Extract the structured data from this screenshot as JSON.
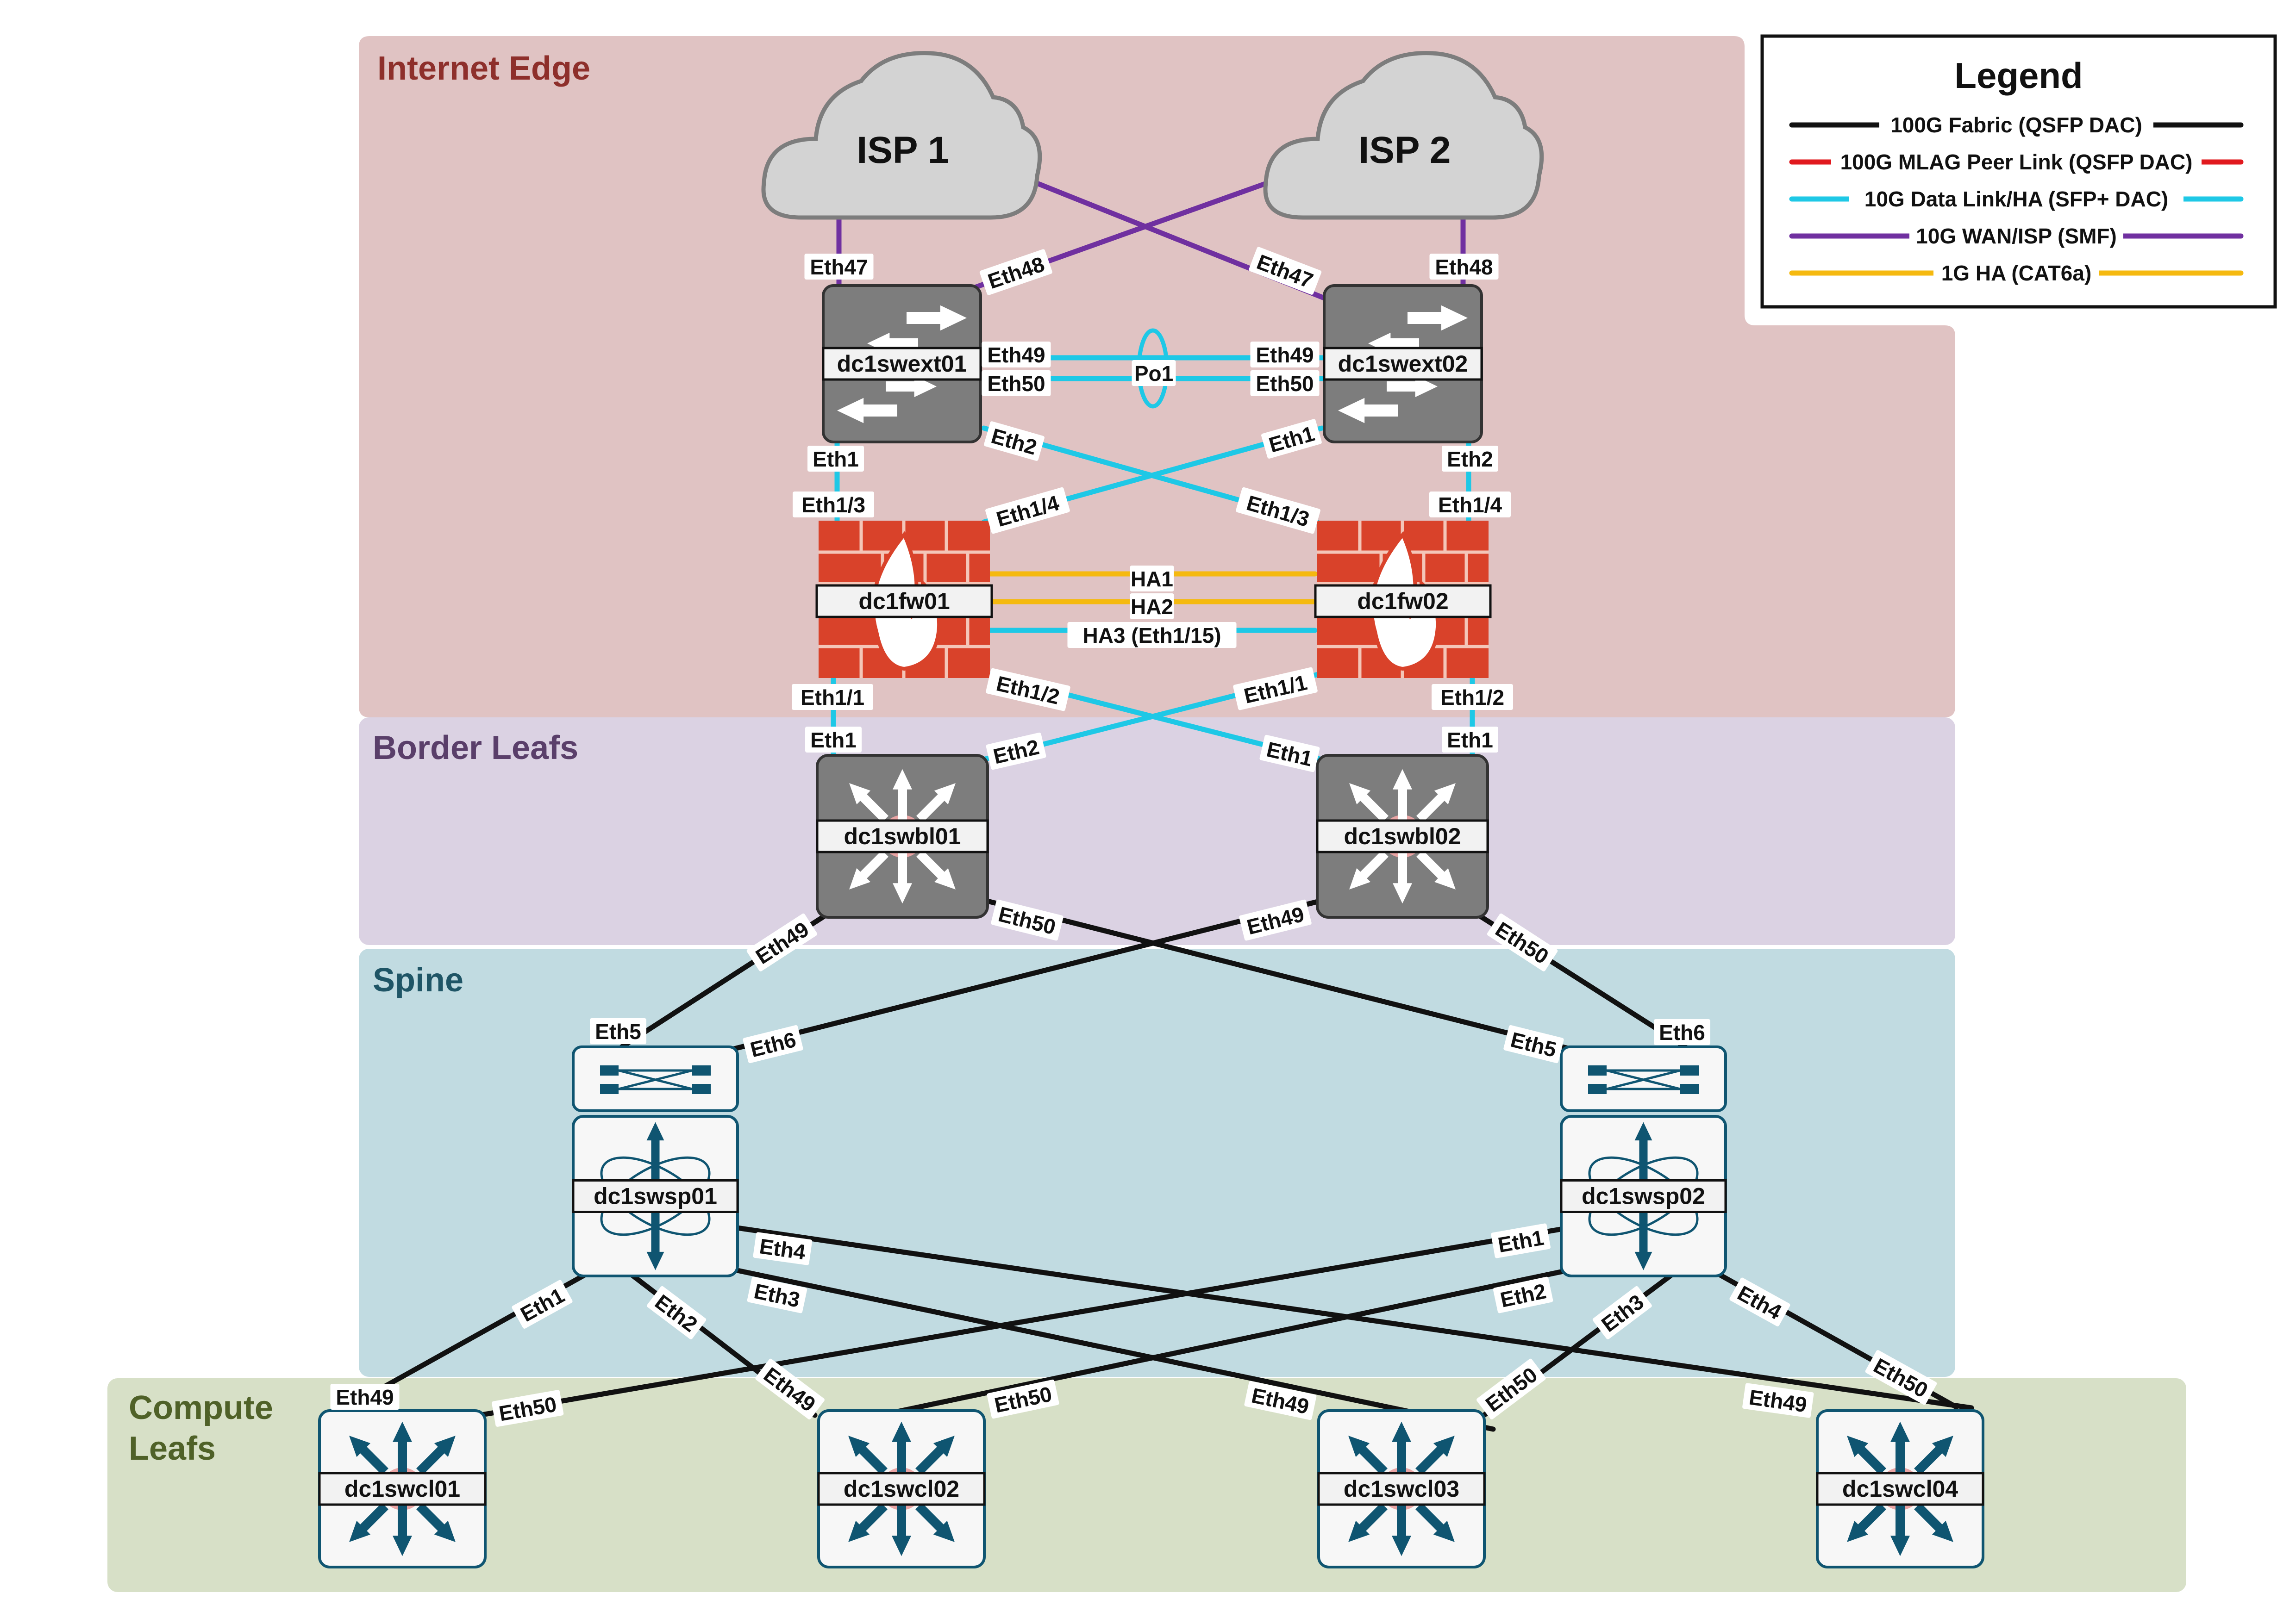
{
  "colors": {
    "fabric": "#111111",
    "peer": "#e1191e",
    "data": "#1ec8e6",
    "wan": "#7030a0",
    "ha": "#f5b90f",
    "zone_internet_edge": "#e0c3c3",
    "zone_border_leafs": "#dbd2e3",
    "zone_spine": "#c1dbe1",
    "zone_compute_leafs": "#d7e0c7",
    "title_internet_edge": "#8e2f2b",
    "title_border_leafs": "#5a3f6a",
    "title_spine": "#1f5566",
    "title_compute_leafs": "#4f6128",
    "firewall": "#d9422a",
    "switch_grey": "#7d7d7d",
    "leaf_arrows": "#0f5571"
  },
  "zones": [
    {
      "id": "internet-edge",
      "title": "Internet Edge"
    },
    {
      "id": "border-leafs",
      "title": "Border Leafs"
    },
    {
      "id": "spine",
      "title": "Spine"
    },
    {
      "id": "compute-leafs",
      "title": "Compute\nLeafs"
    }
  ],
  "legend": {
    "title": "Legend",
    "items": [
      {
        "label": "100G Fabric (QSFP DAC)",
        "type": "fabric"
      },
      {
        "label": "100G MLAG Peer Link (QSFP DAC)",
        "type": "peer"
      },
      {
        "label": "10G Data Link/HA (SFP+ DAC)",
        "type": "data"
      },
      {
        "label": "10G WAN/ISP (SMF)",
        "type": "wan"
      },
      {
        "label": "1G HA (CAT6a)",
        "type": "ha"
      }
    ]
  },
  "nodes": [
    {
      "id": "isp1",
      "kind": "cloud",
      "label": "ISP 1",
      "icon": "cloud-icon"
    },
    {
      "id": "isp2",
      "kind": "cloud",
      "label": "ISP 2",
      "icon": "cloud-icon"
    },
    {
      "id": "dc1swext01",
      "kind": "l2switch",
      "label": "dc1swext01",
      "icon": "switch-icon"
    },
    {
      "id": "dc1swext02",
      "kind": "l2switch",
      "label": "dc1swext02",
      "icon": "switch-icon"
    },
    {
      "id": "dc1fw01",
      "kind": "firewall",
      "label": "dc1fw01",
      "icon": "firewall-icon"
    },
    {
      "id": "dc1fw02",
      "kind": "firewall",
      "label": "dc1fw02",
      "icon": "firewall-icon"
    },
    {
      "id": "dc1swbl01",
      "kind": "l3switch",
      "label": "dc1swbl01",
      "icon": "router-switch-icon"
    },
    {
      "id": "dc1swbl02",
      "kind": "l3switch",
      "label": "dc1swbl02",
      "icon": "router-switch-icon"
    },
    {
      "id": "dc1swsp01",
      "kind": "spine",
      "label": "dc1swsp01",
      "icon": "spine-switch-icon"
    },
    {
      "id": "dc1swsp02",
      "kind": "spine",
      "label": "dc1swsp02",
      "icon": "spine-switch-icon"
    },
    {
      "id": "dc1swcl01",
      "kind": "leaf",
      "label": "dc1swcl01",
      "icon": "leaf-switch-icon"
    },
    {
      "id": "dc1swcl02",
      "kind": "leaf",
      "label": "dc1swcl02",
      "icon": "leaf-switch-icon"
    },
    {
      "id": "dc1swcl03",
      "kind": "leaf",
      "label": "dc1swcl03",
      "icon": "leaf-switch-icon"
    },
    {
      "id": "dc1swcl04",
      "kind": "leaf",
      "label": "dc1swcl04",
      "icon": "leaf-switch-icon"
    }
  ],
  "links": [
    {
      "id": "isp1-ext01",
      "type": "wan",
      "from": "isp1",
      "to": "dc1swext01",
      "labels": [
        "Eth47"
      ]
    },
    {
      "id": "isp2-ext01",
      "type": "wan",
      "from": "isp2",
      "to": "dc1swext01",
      "labels": [
        "Eth48"
      ]
    },
    {
      "id": "isp1-ext02",
      "type": "wan",
      "from": "isp1",
      "to": "dc1swext02",
      "labels": [
        "Eth47"
      ]
    },
    {
      "id": "isp2-ext02",
      "type": "wan",
      "from": "isp2",
      "to": "dc1swext02",
      "labels": [
        "Eth48"
      ]
    },
    {
      "id": "ext-po1-a",
      "type": "data",
      "from": "dc1swext01",
      "to": "dc1swext02",
      "labels": [
        "Eth49",
        "Eth49"
      ]
    },
    {
      "id": "ext-po1-b",
      "type": "data",
      "from": "dc1swext01",
      "to": "dc1swext02",
      "labels": [
        "Eth50",
        "Eth50"
      ]
    },
    {
      "id": "po1",
      "type": "bundle",
      "labels": [
        "Po1"
      ]
    },
    {
      "id": "ext01-fw01",
      "type": "data",
      "from": "dc1swext01",
      "to": "dc1fw01",
      "labels": [
        "Eth1",
        "Eth1/3"
      ]
    },
    {
      "id": "ext01-fw02",
      "type": "data",
      "from": "dc1swext01",
      "to": "dc1fw02",
      "labels": [
        "Eth2",
        "Eth1/3"
      ]
    },
    {
      "id": "ext02-fw01",
      "type": "data",
      "from": "dc1swext02",
      "to": "dc1fw01",
      "labels": [
        "Eth1",
        "Eth1/4"
      ]
    },
    {
      "id": "ext02-fw02",
      "type": "data",
      "from": "dc1swext02",
      "to": "dc1fw02",
      "labels": [
        "Eth2",
        "Eth1/4"
      ]
    },
    {
      "id": "fw-ha1",
      "type": "ha",
      "from": "dc1fw01",
      "to": "dc1fw02",
      "labels": [
        "HA1"
      ]
    },
    {
      "id": "fw-ha2",
      "type": "ha",
      "from": "dc1fw01",
      "to": "dc1fw02",
      "labels": [
        "HA2"
      ]
    },
    {
      "id": "fw-ha3",
      "type": "data",
      "from": "dc1fw01",
      "to": "dc1fw02",
      "labels": [
        "HA3 (Eth1/15)"
      ]
    },
    {
      "id": "fw01-bl01",
      "type": "data",
      "from": "dc1fw01",
      "to": "dc1swbl01",
      "labels": [
        "Eth1/1",
        "Eth1"
      ]
    },
    {
      "id": "fw01-bl02",
      "type": "data",
      "from": "dc1fw01",
      "to": "dc1swbl02",
      "labels": [
        "Eth1/2",
        "Eth1"
      ]
    },
    {
      "id": "fw02-bl01",
      "type": "data",
      "from": "dc1fw02",
      "to": "dc1swbl01",
      "labels": [
        "Eth1/1",
        "Eth2"
      ]
    },
    {
      "id": "fw02-bl02",
      "type": "data",
      "from": "dc1fw02",
      "to": "dc1swbl02",
      "labels": [
        "Eth1/2",
        "Eth1"
      ]
    },
    {
      "id": "bl01-sp01",
      "type": "fabric",
      "from": "dc1swbl01",
      "to": "dc1swsp01",
      "labels": [
        "Eth49",
        "Eth5"
      ]
    },
    {
      "id": "bl01-sp02",
      "type": "fabric",
      "from": "dc1swbl01",
      "to": "dc1swsp02",
      "labels": [
        "Eth50",
        "Eth5"
      ]
    },
    {
      "id": "bl02-sp01",
      "type": "fabric",
      "from": "dc1swbl02",
      "to": "dc1swsp01",
      "labels": [
        "Eth49",
        "Eth6"
      ]
    },
    {
      "id": "bl02-sp02",
      "type": "fabric",
      "from": "dc1swbl02",
      "to": "dc1swsp02",
      "labels": [
        "Eth50",
        "Eth6"
      ]
    },
    {
      "id": "sp01-cl01",
      "type": "fabric",
      "from": "dc1swsp01",
      "to": "dc1swcl01",
      "labels": [
        "Eth1",
        "Eth49"
      ]
    },
    {
      "id": "sp01-cl02",
      "type": "fabric",
      "from": "dc1swsp01",
      "to": "dc1swcl02",
      "labels": [
        "Eth2",
        "Eth49"
      ]
    },
    {
      "id": "sp01-cl03",
      "type": "fabric",
      "from": "dc1swsp01",
      "to": "dc1swcl03",
      "labels": [
        "Eth3",
        "Eth49"
      ]
    },
    {
      "id": "sp01-cl04",
      "type": "fabric",
      "from": "dc1swsp01",
      "to": "dc1swcl04",
      "labels": [
        "Eth4",
        "Eth49"
      ]
    },
    {
      "id": "sp02-cl01",
      "type": "fabric",
      "from": "dc1swsp02",
      "to": "dc1swcl01",
      "labels": [
        "Eth1",
        "Eth50"
      ]
    },
    {
      "id": "sp02-cl02",
      "type": "fabric",
      "from": "dc1swsp02",
      "to": "dc1swcl02",
      "labels": [
        "Eth2",
        "Eth50"
      ]
    },
    {
      "id": "sp02-cl03",
      "type": "fabric",
      "from": "dc1swsp02",
      "to": "dc1swcl03",
      "labels": [
        "Eth3",
        "Eth50"
      ]
    },
    {
      "id": "sp02-cl04",
      "type": "fabric",
      "from": "dc1swsp02",
      "to": "dc1swcl04",
      "labels": [
        "Eth4",
        "Eth50"
      ]
    }
  ]
}
